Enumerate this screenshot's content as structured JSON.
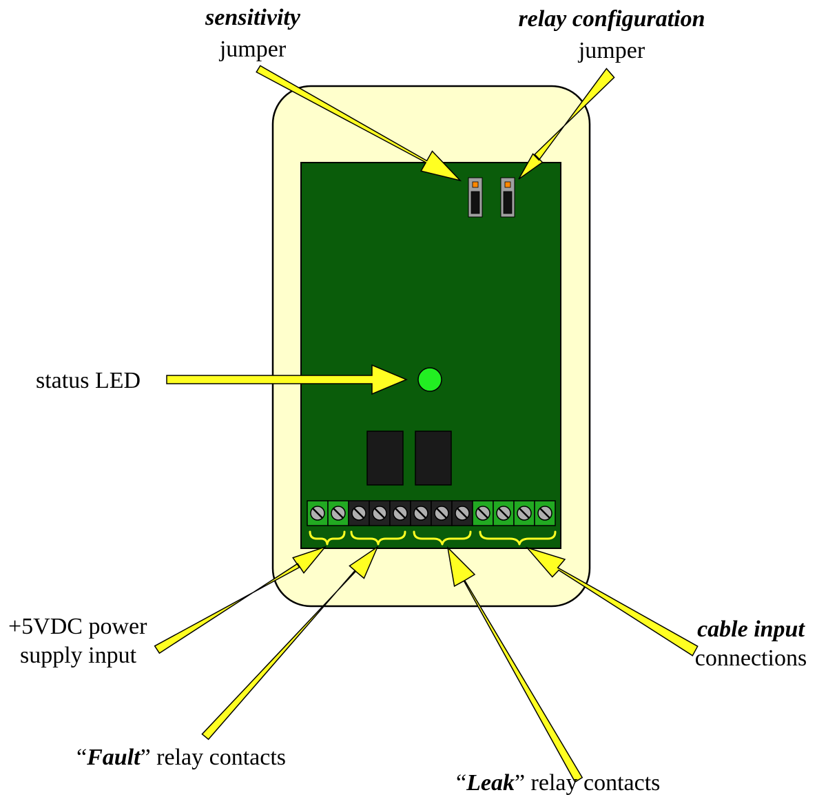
{
  "labels": {
    "sensitivity": {
      "emph": "sensitivity",
      "sub": "jumper"
    },
    "relay_config": {
      "emph": "relay configuration",
      "sub": "jumper"
    },
    "status_led": "status LED",
    "power": {
      "line1": "+5VDC power",
      "line2": "supply input"
    },
    "fault": {
      "open": "“",
      "emph": "Fault",
      "close": "” relay contacts"
    },
    "leak": {
      "open": "“",
      "emph": "Leak",
      "close": "” relay contacts"
    },
    "cable": {
      "emph": "cable input",
      "sub": "connections"
    }
  },
  "colors": {
    "enclosure": "#ffffcc",
    "board": "#0a5c0a",
    "led": "#22ee22",
    "arrow": "#ffff22",
    "terminal_green": "#22aa22",
    "terminal_black": "#222222",
    "relay": "#1a1a1a"
  },
  "terminals": [
    "green",
    "green",
    "black",
    "black",
    "black",
    "black",
    "black",
    "black",
    "green",
    "green",
    "green",
    "green"
  ],
  "icons": [
    "screw-icon",
    "jumper-icon",
    "arrow-icon",
    "brace-icon",
    "led-icon",
    "relay-icon"
  ]
}
